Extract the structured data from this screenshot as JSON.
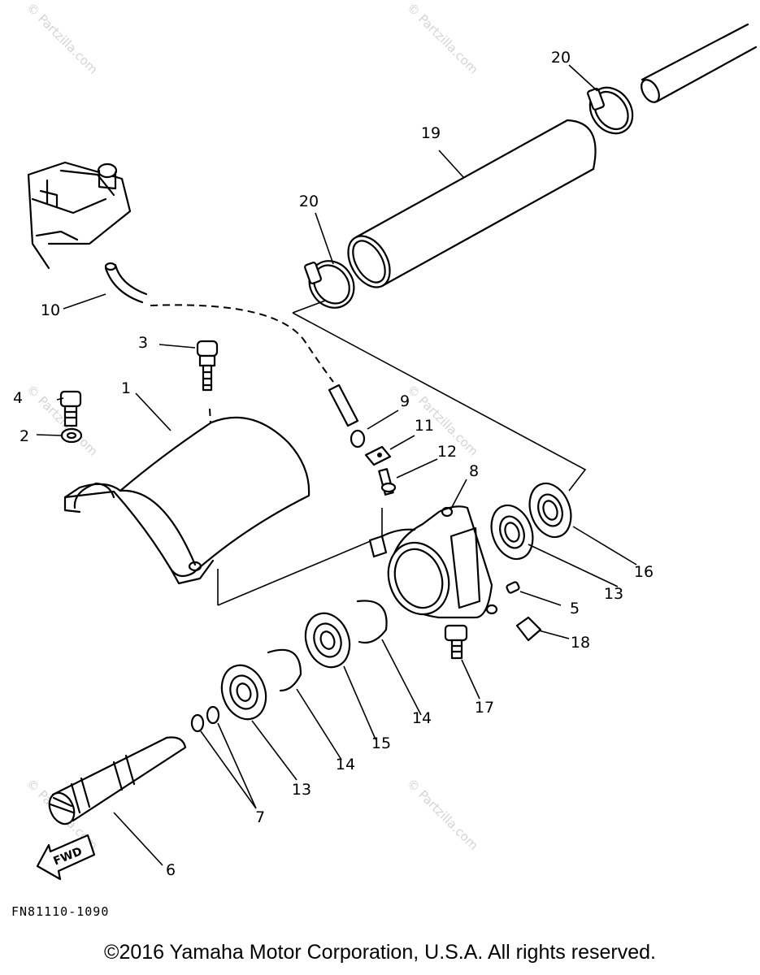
{
  "diagram": {
    "labels": {
      "p1": "1",
      "p2": "2",
      "p3": "3",
      "p4": "4",
      "p5": "5",
      "p6": "6",
      "p7": "7",
      "p8": "8",
      "p9": "9",
      "p10": "10",
      "p11": "11",
      "p12": "12",
      "p13a": "13",
      "p13b": "13",
      "p14a": "14",
      "p14b": "14",
      "p15": "15",
      "p16": "16",
      "p17": "17",
      "p18": "18",
      "p19": "19",
      "p20a": "20",
      "p20b": "20"
    },
    "fwd_arrow": "FWD",
    "watermark": "© Partzilla.com",
    "figure_code": "FN81110-1090",
    "copyright": "©2016  Yamaha Motor Corporation, U.S.A. All rights reserved."
  }
}
